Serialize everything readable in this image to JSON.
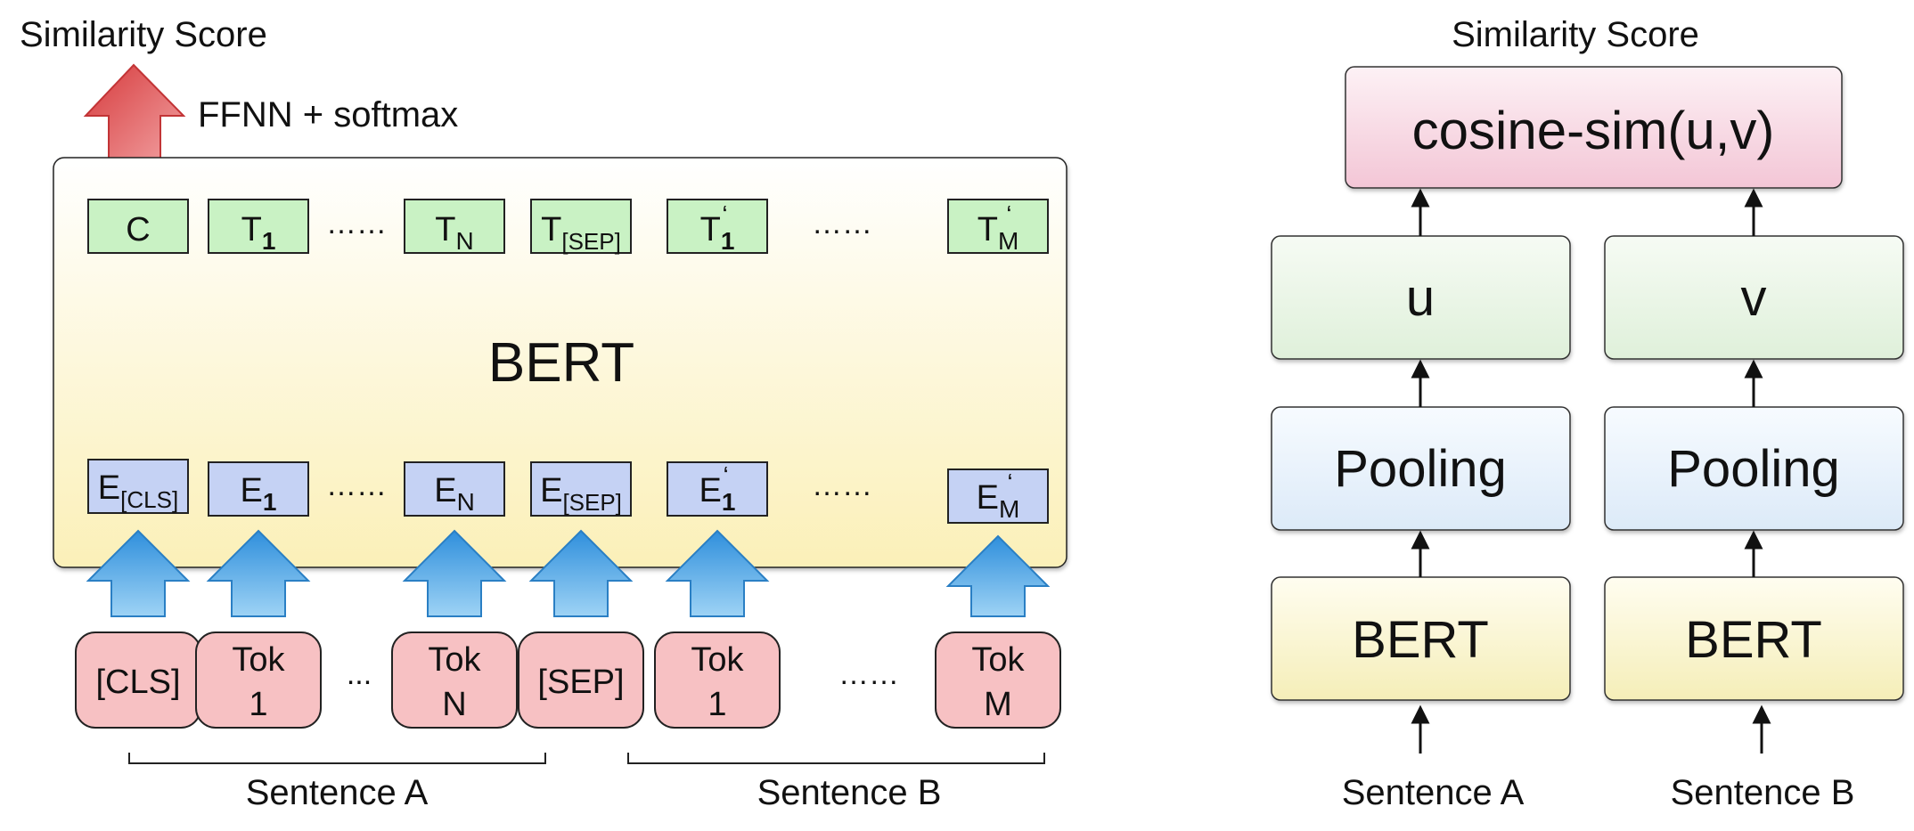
{
  "left": {
    "title": "Similarity Score",
    "ffnn_label": "FFNN + softmax",
    "bert_label": "BERT",
    "output_tokens": [
      {
        "main": "C",
        "sub": ""
      },
      {
        "main": "T",
        "sub": "1",
        "bold": true
      },
      {
        "main": "T",
        "sub": "N"
      },
      {
        "main": "T",
        "sub": "[SEP]"
      },
      {
        "main": "T",
        "sub": "1",
        "bold": true,
        "prime": "‘"
      },
      {
        "main": "T",
        "sub": "M",
        "prime": "‘"
      }
    ],
    "output_dots": [
      "……",
      "……"
    ],
    "embed_tokens": [
      {
        "main": "E",
        "sub": "[CLS]"
      },
      {
        "main": "E",
        "sub": "1",
        "bold": true
      },
      {
        "main": "E",
        "sub": "N"
      },
      {
        "main": "E",
        "sub": "[SEP]"
      },
      {
        "main": "E",
        "sub": "1",
        "bold": true,
        "prime": "‘"
      },
      {
        "main": "E",
        "sub": "M",
        "prime": "‘"
      }
    ],
    "embed_dots": [
      "……",
      "……"
    ],
    "input_tokens": [
      {
        "line1": "[CLS]",
        "line2": ""
      },
      {
        "line1": "Tok",
        "line2": "1"
      },
      {
        "line1": "Tok",
        "line2": "N"
      },
      {
        "line1": "[SEP]",
        "line2": ""
      },
      {
        "line1": "Tok",
        "line2": "1"
      },
      {
        "line1": "Tok",
        "line2": "M"
      }
    ],
    "input_dots": [
      "...",
      "……"
    ],
    "sentence_a": "Sentence A",
    "sentence_b": "Sentence B"
  },
  "right": {
    "title": "Similarity Score",
    "cosine_label": "cosine-sim(u,v)",
    "u_label": "u",
    "v_label": "v",
    "pooling_left": "Pooling",
    "pooling_right": "Pooling",
    "bert_left": "BERT",
    "bert_right": "BERT",
    "sentence_a": "Sentence A",
    "sentence_b": "Sentence B"
  },
  "colors": {
    "output_fill": "#c9f2c4",
    "embed_fill": "#c5d2f4",
    "input_fill": "#f7c1c3",
    "blue_arrow": "#6fb8ea",
    "red_arrow": "#e06466",
    "cosine_fill": "#f6d5e0",
    "hidden_fill": "#e6f3e2",
    "pooling_fill": "#e6f0fb",
    "bert_fill": "#f8f3c6"
  }
}
